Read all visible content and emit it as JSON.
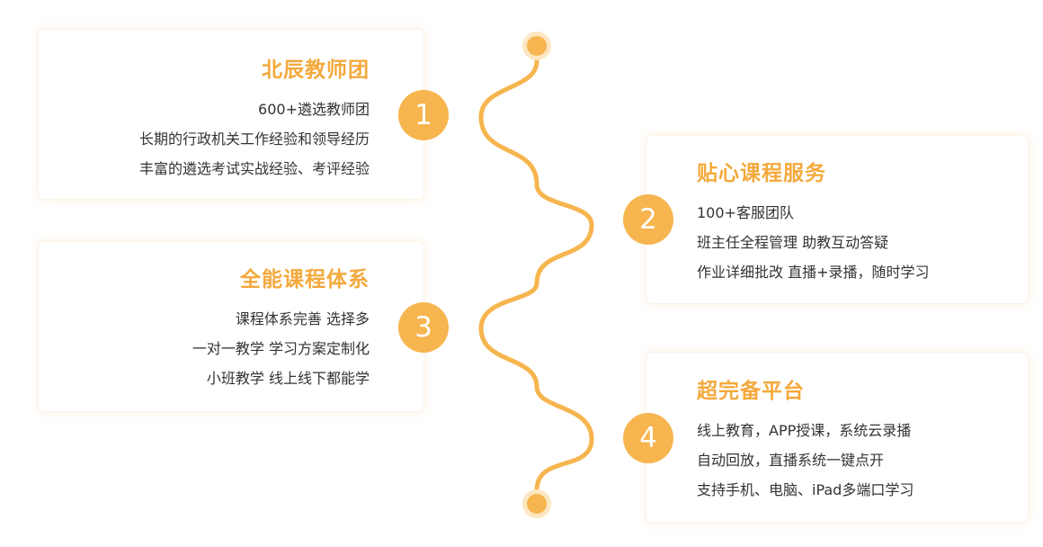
{
  "colors": {
    "accent": "#f6b54e",
    "title": "#f4a93c",
    "text": "#333333"
  },
  "items": [
    {
      "number": "1",
      "title": "北辰教师团",
      "lines": [
        "600+遴选教师团",
        "长期的行政机关工作经验和领导经历",
        "丰富的遴选考试实战经验、考评经验"
      ]
    },
    {
      "number": "2",
      "title": "贴心课程服务",
      "lines": [
        "100+客服团队",
        "班主任全程管理  助教互动答疑",
        "作业详细批改  直播+录播，随时学习"
      ]
    },
    {
      "number": "3",
      "title": "全能课程体系",
      "lines": [
        "课程体系完善 选择多",
        "一对一教学 学习方案定制化",
        "小班教学 线上线下都能学"
      ]
    },
    {
      "number": "4",
      "title": "超完备平台",
      "lines": [
        "线上教育，APP授课，系统云录播",
        "自动回放，直播系统一键点开",
        "支持手机、电脑、iPad多端口学习"
      ]
    }
  ]
}
